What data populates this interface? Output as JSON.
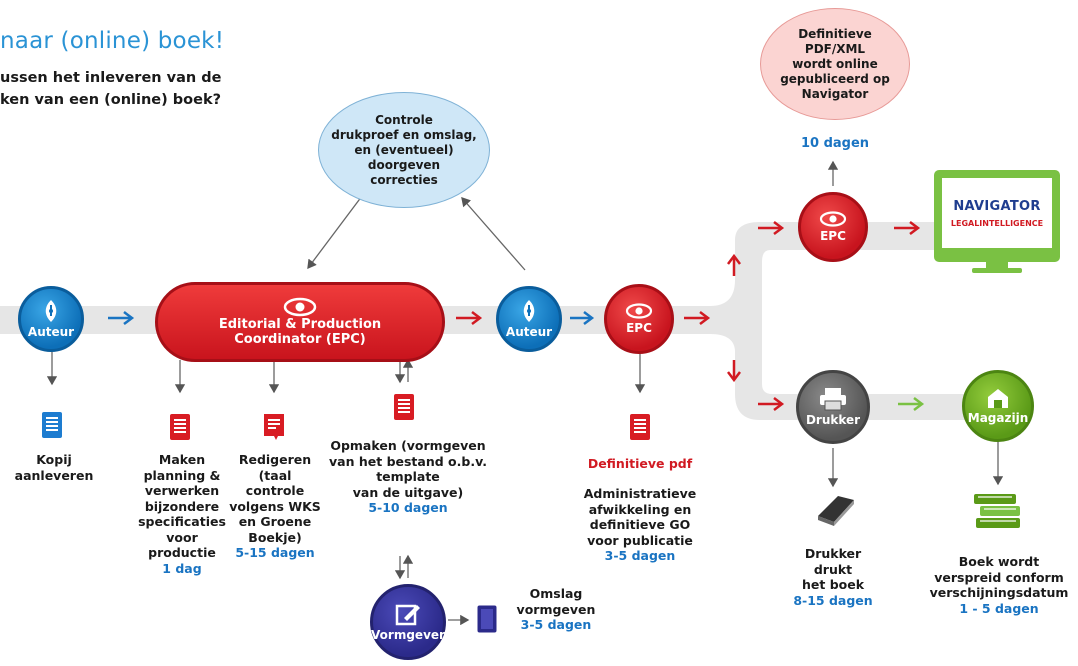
{
  "header": {
    "title": "naar (online) boek!",
    "subtitle_line1": "ussen het inleveren van de",
    "subtitle_line2": "ken van een (online) boek?"
  },
  "nodes": {
    "auteur_left": "Auteur",
    "epc_main_line1": "Editorial & Production",
    "epc_main_line2": "Coordinator (EPC)",
    "auteur_mid": "Auteur",
    "epc_mid": "EPC",
    "epc_top": "EPC",
    "drukker": "Drukker",
    "magazijn": "Magazijn",
    "vormgever": "Vormgever"
  },
  "bubbles": {
    "controle": [
      "Controle",
      "drukproef en omslag,",
      "en (eventueel)",
      "doorgeven",
      "correcties"
    ],
    "definitieve": [
      "Definitieve",
      "PDF/XML",
      "wordt online",
      "gepubliceerd op",
      "Navigator"
    ]
  },
  "navigator": {
    "brand": "NAVIGATOR",
    "brand_sub": "LEGALINTELLIGENCE",
    "duration": "10 dagen"
  },
  "steps": {
    "kopij": [
      "Kopij",
      "aanleveren"
    ],
    "maken": [
      "Maken",
      "planning &",
      "verwerken",
      "bijzondere",
      "specificaties",
      "voor",
      "productie"
    ],
    "maken_dur": "1 dag",
    "redigeren": [
      "Redigeren",
      "(taal",
      "controle",
      "volgens WKS",
      "en Groene",
      "Boekje)"
    ],
    "redigeren_dur": "5-15 dagen",
    "opmaken": [
      "Opmaken (vormgeven",
      "van het bestand o.b.v.",
      "template",
      "van de uitgave)"
    ],
    "opmaken_dur": "5-10 dagen",
    "omslag": [
      "Omslag",
      "vormgeven"
    ],
    "omslag_dur": "3-5 dagen",
    "definitieve_pdf": "Definitieve pdf",
    "administratieve": [
      "Administratieve",
      "afwikkeling en",
      "definitieve GO",
      "voor publicatie"
    ],
    "administratieve_dur": "3-5 dagen",
    "drukker": [
      "Drukker",
      "drukt",
      "het boek"
    ],
    "drukker_dur": "8-15 dagen",
    "boek": [
      "Boek wordt",
      "verspreid conform",
      "verschijningsdatum"
    ],
    "boek_dur": "1 - 5 dagen"
  },
  "colors": {
    "blue": "#0d6fb8",
    "red": "#c8141e",
    "grey": "#555555",
    "green": "#5a9a17",
    "purple": "#2b2a8a",
    "duration_blue": "#1a74c2"
  }
}
